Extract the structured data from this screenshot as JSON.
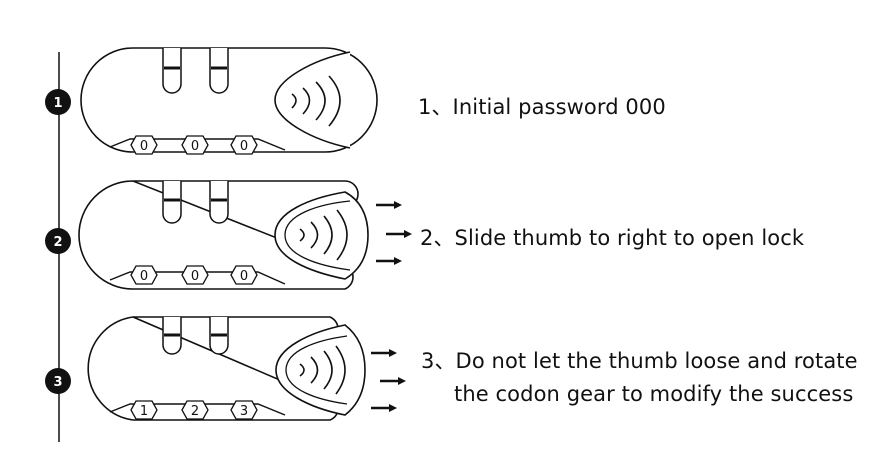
{
  "steps": [
    {
      "number": "1",
      "text": "1、Initial password 000",
      "digits": [
        "0",
        "0",
        "0"
      ]
    },
    {
      "number": "2",
      "text": "2、Slide thumb to right to open lock",
      "digits": [
        "0",
        "0",
        "0"
      ]
    },
    {
      "number": "3",
      "text_line1": "3、Do not let the thumb loose and rotate",
      "text_line2": "the codon gear to modify the success",
      "digits": [
        "1",
        "2",
        "3"
      ]
    }
  ],
  "colors": {
    "ink": "#111111",
    "background": "#ffffff"
  }
}
